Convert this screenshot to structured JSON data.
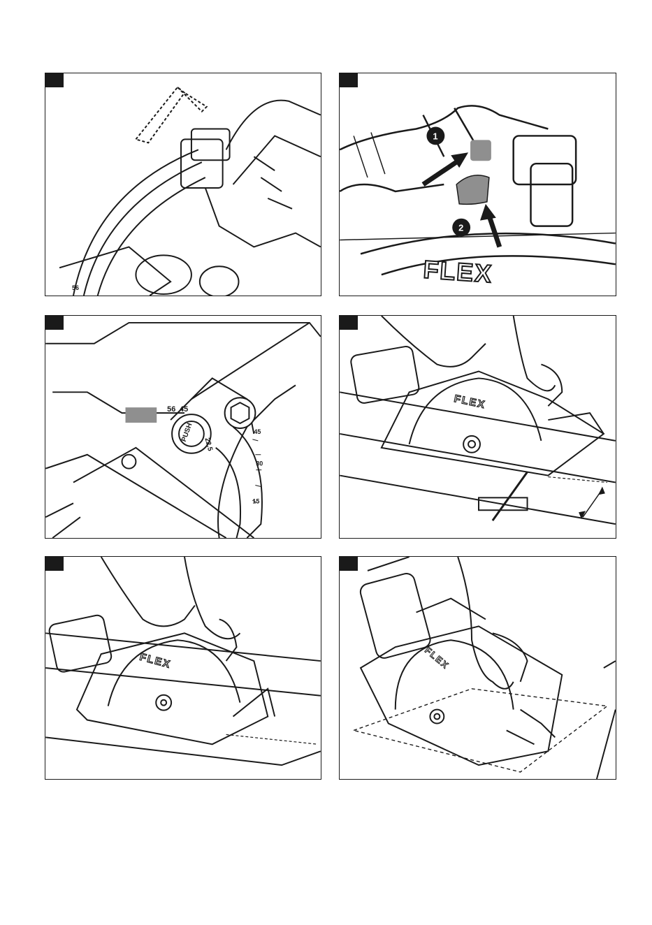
{
  "brand": "FLEX",
  "figures": [
    {
      "id": "fig-1",
      "labels": [
        "56"
      ]
    },
    {
      "id": "fig-2",
      "callouts": [
        "1",
        "2"
      ]
    },
    {
      "id": "fig-3",
      "scale_labels": [
        "56",
        "45",
        "45",
        "30",
        "22.5",
        "15"
      ],
      "button_text": "PUSH"
    },
    {
      "id": "fig-4"
    },
    {
      "id": "fig-5"
    },
    {
      "id": "fig-6"
    }
  ],
  "colors": {
    "line": "#1a1a1a",
    "highlight_gray": "#8f8f8f",
    "background": "#ffffff"
  }
}
